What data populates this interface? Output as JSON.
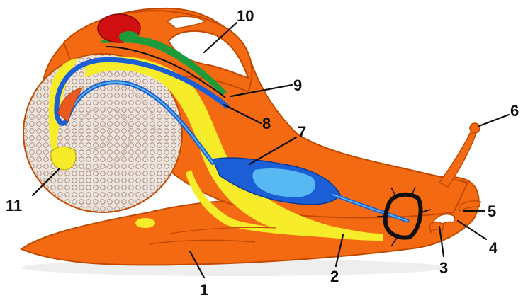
{
  "diagram": {
    "colors": {
      "body": "#f46a12",
      "shell_fill": "#e9e0d8",
      "shell_cells": "#a08070",
      "digestive_yellow": "#f7ec2a",
      "blood_vessel_blue": "#1b5ed6",
      "lung_light_blue": "#58b8f2",
      "heart_red": "#d01010",
      "kidney_green": "#1d9a3a",
      "nerve_ring": "#111111",
      "outline": "#c24a00"
    },
    "labels": [
      {
        "id": "1",
        "text": "1"
      },
      {
        "id": "2",
        "text": "2"
      },
      {
        "id": "3",
        "text": "3"
      },
      {
        "id": "4",
        "text": "4"
      },
      {
        "id": "5",
        "text": "5"
      },
      {
        "id": "6",
        "text": "6"
      },
      {
        "id": "7",
        "text": "7"
      },
      {
        "id": "8",
        "text": "8"
      },
      {
        "id": "9",
        "text": "9"
      },
      {
        "id": "10",
        "text": "10"
      },
      {
        "id": "11",
        "text": "11"
      }
    ]
  }
}
